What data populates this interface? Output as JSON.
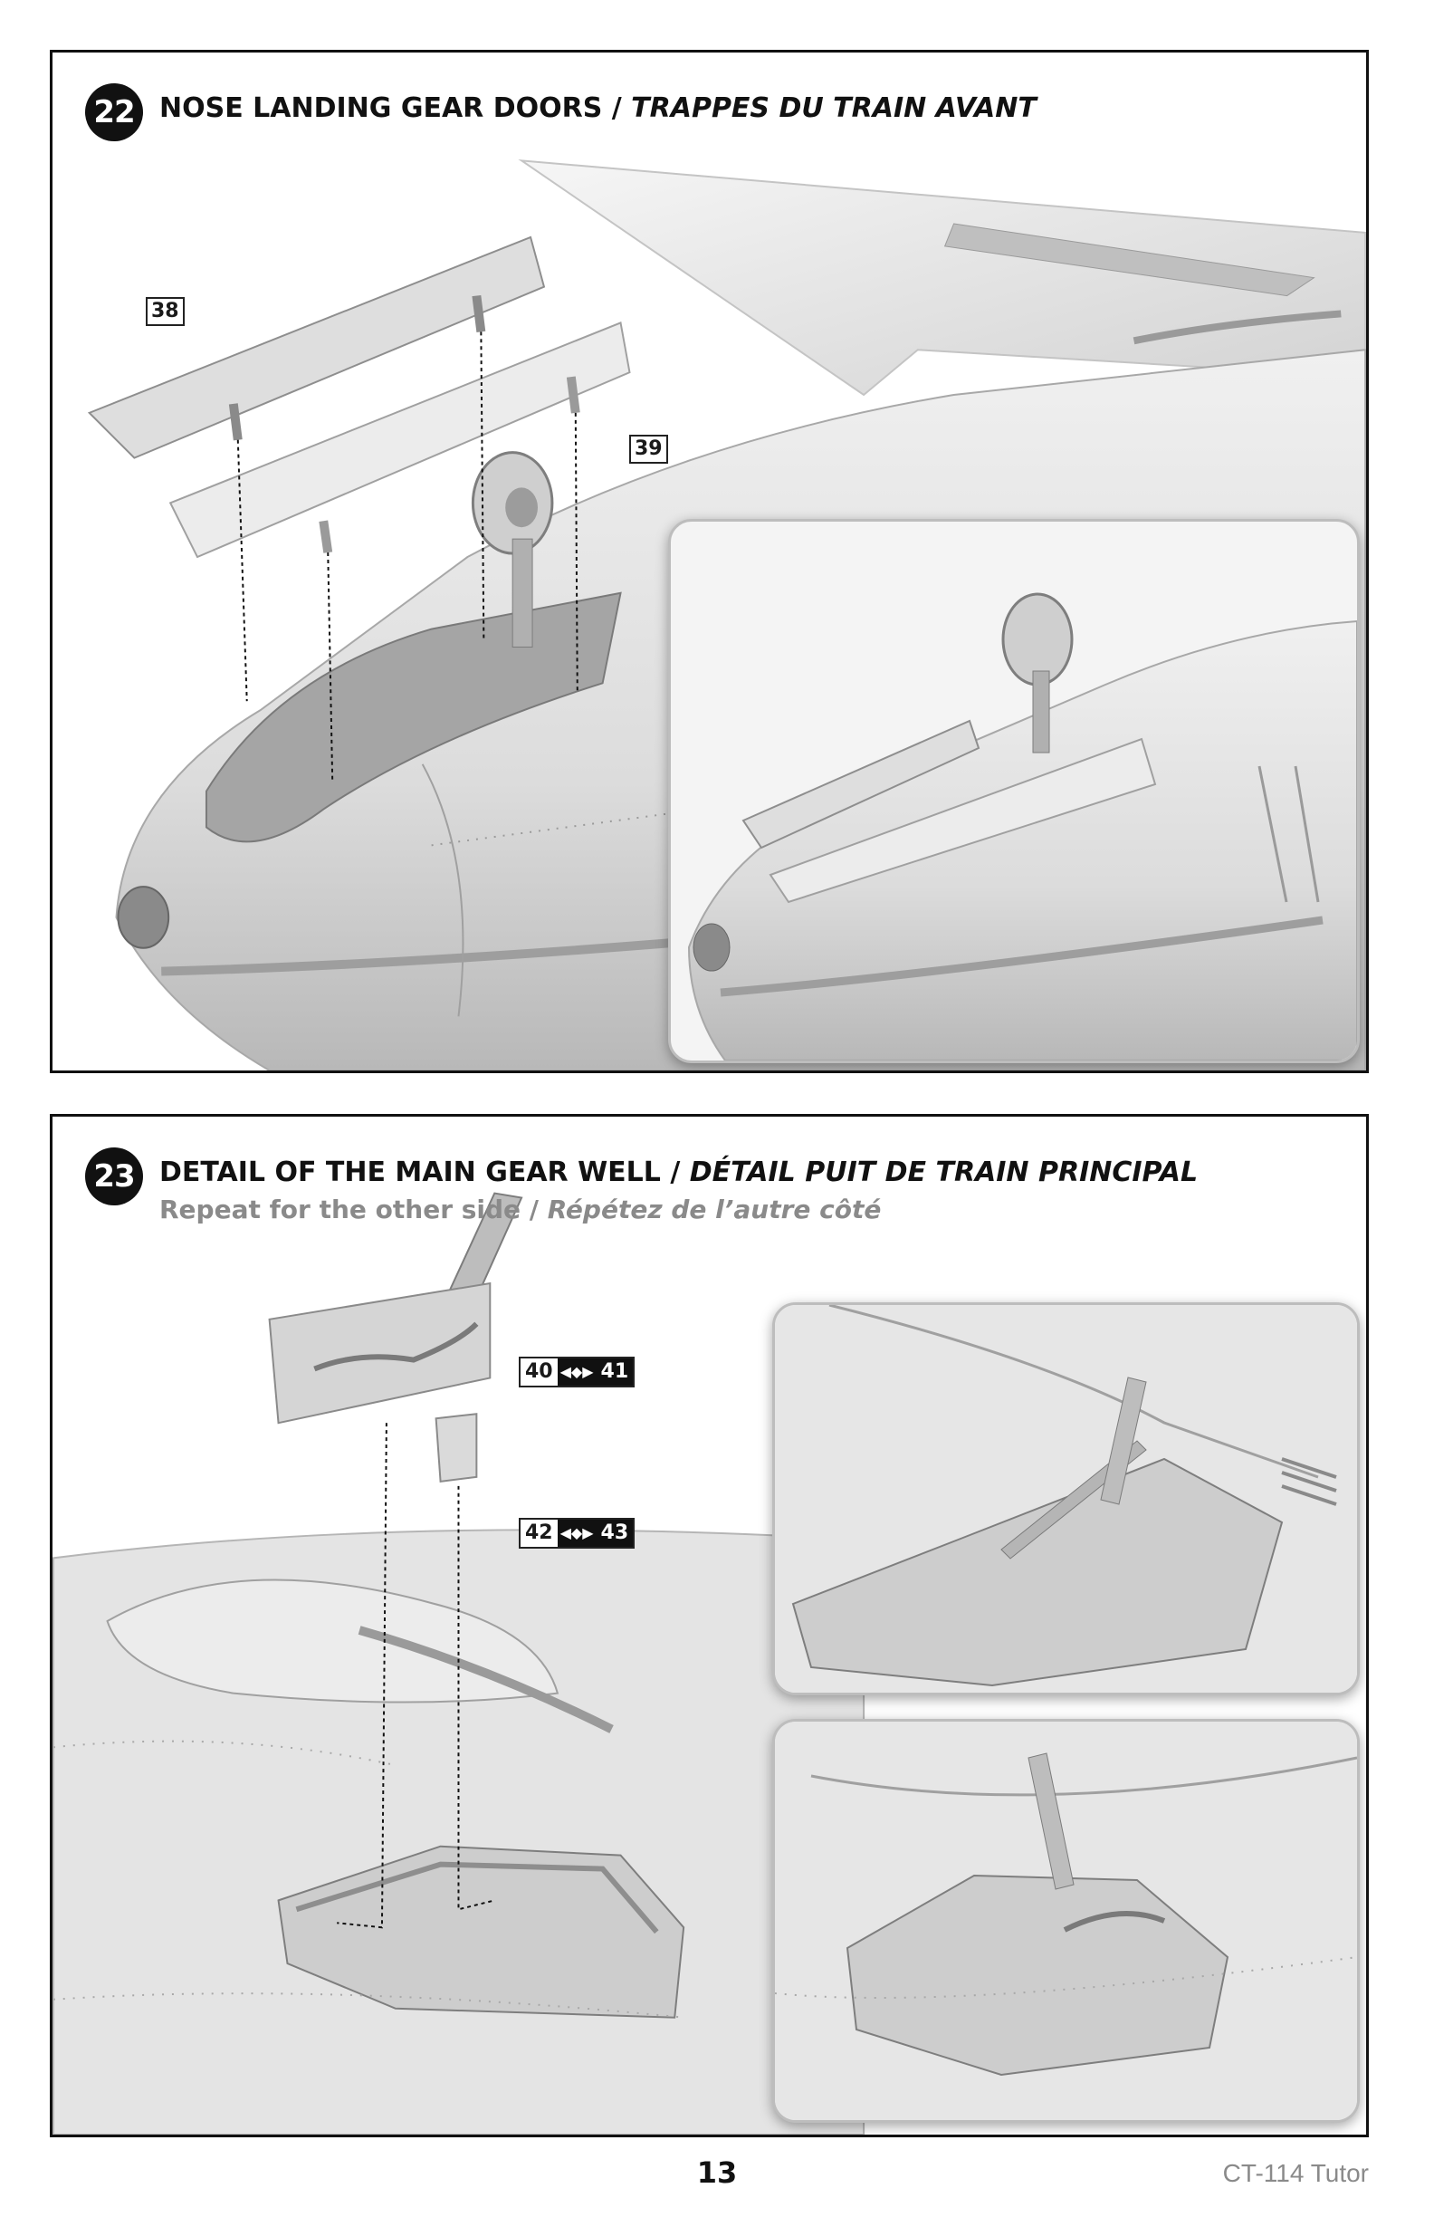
{
  "steps": [
    {
      "number": "22",
      "title_en": "NOSE LANDING GEAR DOORS /",
      "title_fr": " TRAPPES DU TRAIN AVANT",
      "parts": [
        "38",
        "39"
      ]
    },
    {
      "number": "23",
      "title_en": "DETAIL OF THE MAIN GEAR WELL /",
      "title_fr": " DÉTAIL PUIT DE TRAIN PRINCIPAL",
      "subtitle_en": "Repeat for the other side /",
      "subtitle_fr": " Répétez de l’autre côté",
      "part_pairs": [
        {
          "left": "40",
          "right": "41"
        },
        {
          "left": "42",
          "right": "43"
        }
      ]
    }
  ],
  "footer": {
    "page_number": "13",
    "model_name": "CT-114 Tutor"
  },
  "icons": {
    "pair_separator": "diamond-arrows-icon"
  },
  "colors": {
    "model_gray": "#d9d9d9",
    "frame": "#111111",
    "subtitle_gray": "#8a8a8a"
  }
}
